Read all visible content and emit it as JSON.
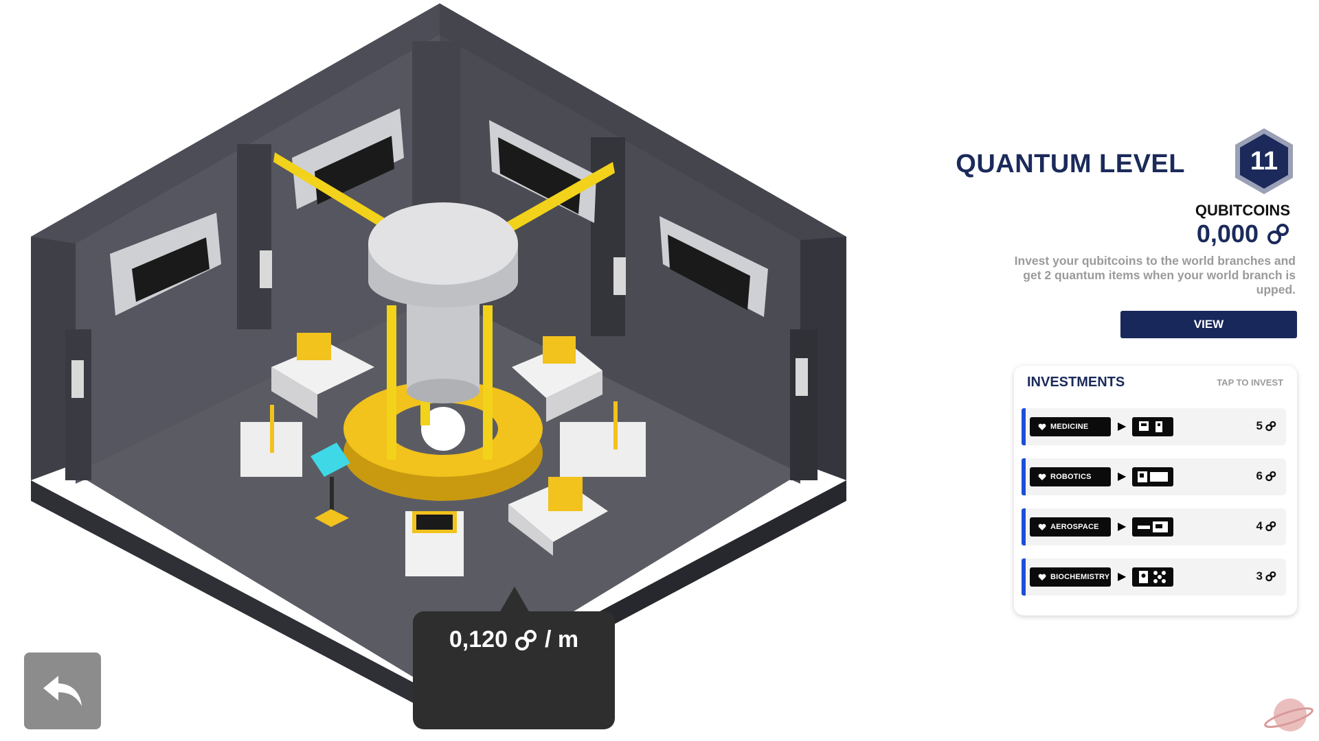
{
  "level": {
    "title": "QUANTUM LEVEL",
    "number": "11"
  },
  "qubitcoins": {
    "label": "QUBITCOINS",
    "value": "0,000"
  },
  "description": "Invest your qubitcoins to the world branches and get 2 quantum items when your world branch is upped.",
  "view_button": "VIEW",
  "investments": {
    "title": "INVESTMENTS",
    "hint": "TAP TO INVEST",
    "rows": [
      {
        "branch": "MEDICINE",
        "cost": "5"
      },
      {
        "branch": "ROBOTICS",
        "cost": "6"
      },
      {
        "branch": "AEROSPACE",
        "cost": "4"
      },
      {
        "branch": "BIOCHEMISTRY",
        "cost": "3"
      }
    ]
  },
  "rate": {
    "value": "0,120",
    "unit": "/ m"
  },
  "icons": {
    "coin": "qubitcoin-icon",
    "branch": "heart-icon",
    "back": "undo-arrow-icon"
  },
  "colors": {
    "navy": "#1b2a5a",
    "accent_blue": "#1c4fd8",
    "room_dark": "#3c3d45",
    "beam_yellow": "#f2d21a"
  }
}
